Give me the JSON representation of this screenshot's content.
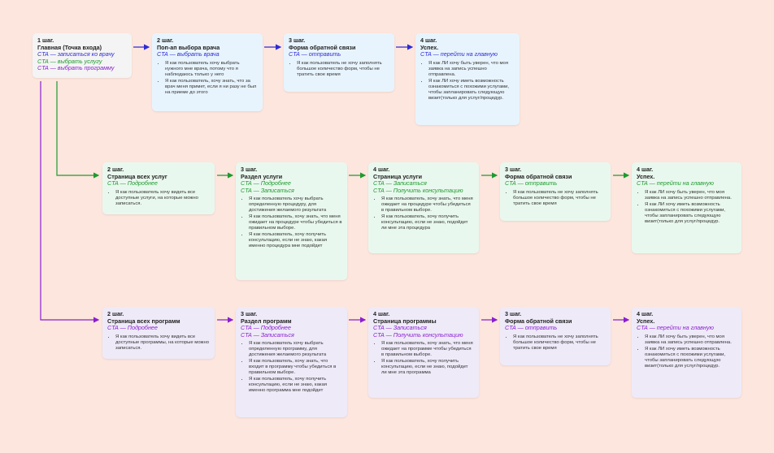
{
  "colors": {
    "blue": "#2f2bd6",
    "green": "#1e9a2f",
    "purple": "#8a1fd0"
  },
  "row1": {
    "main": {
      "step": "1 шаг.",
      "title": "Главная (Точка входа)",
      "cta": [
        "CTA — записаться ко врачу",
        "CTA — выбрать услугу",
        "CTA — выбрать программу"
      ]
    },
    "popup": {
      "step": "2 шаг.",
      "title": "Поп-ап выбора врача",
      "cta": "CTA — выбрать врача",
      "bullets": [
        "Я как пользователь хочу выбрать нужного мне врача, потому что я наблюдаюсь только у него",
        "Я как пользователь, хочу знать, что за врач меня примет, если я ни разу не был на приеме до этого"
      ]
    },
    "form": {
      "step": "3 шаг.",
      "title": "Форма обратной связи",
      "cta": "CTA — отправить",
      "bullets": [
        "Я как пользователь не хочу заполнять большое количество форм, чтобы не тратить свое время"
      ]
    },
    "success": {
      "step": "4 шаг.",
      "title": "Успех.",
      "cta": "CTA — перейти на главную",
      "bullets": [
        "Я как ЛИ хочу быть уверен, что моя заявка на запись успешно отправлена.",
        "Я как ЛИ хочу иметь возможность ознакомиться с похожими услугами, чтобы запланировать следующую визит(только для услуг/процедур."
      ]
    }
  },
  "row2": {
    "all": {
      "step": "2 шаг.",
      "title": "Страница всех услуг",
      "cta": "CTA — Подробнее",
      "bullets": [
        "Я как пользователь хочу видеть все доступные услуги, на которые можно записаться."
      ]
    },
    "section": {
      "step": "3 шаг.",
      "title": "Раздел услуги",
      "cta": [
        "CTA — Подробнее",
        "CTA — Записаться"
      ],
      "bullets": [
        "Я как пользователь хочу выбрать определенную процедуру, для достижения желаемого результата",
        "Я как пользователь, хочу знать, что меня ожидает на процедуре чтобы убедиться в правильном выборе.",
        "Я как пользователь, хочу получить консультацию, если не знаю, какая именно процедура мне подойдет"
      ]
    },
    "page": {
      "step": "4 шаг.",
      "title": "Страница услуги",
      "cta": [
        "CTA — Записаться",
        "CTA — Получить консультацию"
      ],
      "bullets": [
        "Я как пользователь, хочу знать, что меня ожидает на процедуре чтобы убедиться в правильном выборе.",
        "Я как пользователь, хочу получить консультацию, если не знаю, подойдет ли мне эта процедура"
      ]
    },
    "form": {
      "step": "3 шаг.",
      "title": "Форма обратной связи",
      "cta": "CTA — отправить",
      "bullets": [
        "Я как пользователь не хочу заполнять большое количество форм, чтобы не тратить свое время"
      ]
    },
    "success": {
      "step": "4 шаг.",
      "title": "Успех.",
      "cta": "CTA — перейти на главную",
      "bullets": [
        "Я как ЛИ хочу быть уверен, что моя заявка на запись успешно отправлена.",
        "Я как ЛИ хочу иметь возможность ознакомиться с похожими услугами, чтобы запланировать следующую визит(только для услуг/процедур."
      ]
    }
  },
  "row3": {
    "all": {
      "step": "2 шаг.",
      "title": "Страница всех программ",
      "cta": "CTA — Подробнее",
      "bullets": [
        "Я как пользователь хочу видеть все доступные программы, на которые можно записаться."
      ]
    },
    "section": {
      "step": "3 шаг.",
      "title": "Раздел программ",
      "cta": [
        "CTA — Подробнее",
        "CTA — Записаться"
      ],
      "bullets": [
        "Я как пользователь хочу выбрать определенную программу, для достижения желаемого результата",
        "Я как пользователь, хочу знать, что входит в программу чтобы убедиться в правильном выборе.",
        "Я как пользователь, хочу получить консультацию, если не знаю, какая именно программа мне подойдет"
      ]
    },
    "page": {
      "step": "4 шаг.",
      "title": "Страница программы",
      "cta": [
        "CTA — Записаться",
        "CTA — Получить консультацию"
      ],
      "bullets": [
        "Я как пользователь, хочу знать, что меня ожидает на программе чтобы убедиться в правильном выборе.",
        "Я как пользователь, хочу получить консультацию, если не знаю, подойдет ли мне эта программа"
      ]
    },
    "form": {
      "step": "3 шаг.",
      "title": "Форма обратной связи",
      "cta": "CTA — отправить",
      "bullets": [
        "Я как пользователь не хочу заполнять большое количество форм, чтобы не тратить свое время"
      ]
    },
    "success": {
      "step": "4 шаг.",
      "title": "Успех.",
      "cta": "CTA — перейти на главную",
      "bullets": [
        "Я как ЛИ хочу быть уверен, что моя заявка на запись успешно отправлена.",
        "Я как ЛИ хочу иметь возможность ознакомиться с похожими услугами, чтобы запланировать следующую визит(только для услуг/процедур."
      ]
    }
  }
}
